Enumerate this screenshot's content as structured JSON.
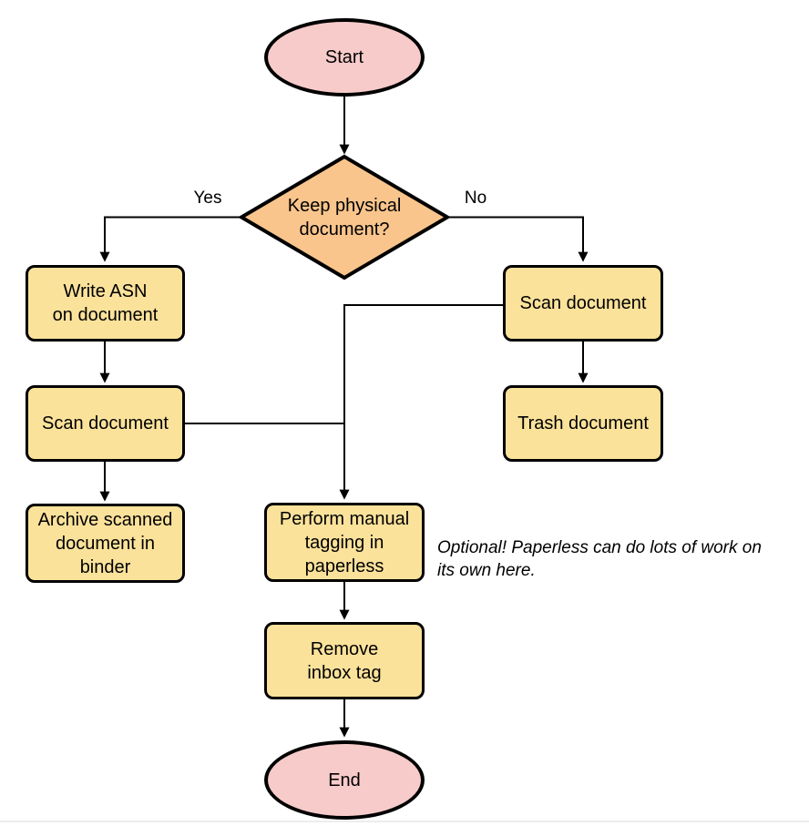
{
  "diagram": {
    "type": "flowchart",
    "colors": {
      "terminal_fill": "#F7CBCA",
      "decision_fill": "#F9C58C",
      "process_fill": "#FBE29B",
      "stroke": "#000000",
      "text": "#000000"
    },
    "nodes": {
      "start": {
        "type": "terminal",
        "label": "Start"
      },
      "decision": {
        "type": "decision",
        "label": "Keep physical\ndocument?"
      },
      "write_asn": {
        "type": "process",
        "label": "Write ASN\non document"
      },
      "scan_left": {
        "type": "process",
        "label": "Scan document"
      },
      "archive": {
        "type": "process",
        "label": "Archive scanned\ndocument in\nbinder"
      },
      "scan_right": {
        "type": "process",
        "label": "Scan document"
      },
      "trash": {
        "type": "process",
        "label": "Trash document"
      },
      "tagging": {
        "type": "process",
        "label": "Perform manual\ntagging in\npaperless"
      },
      "remove_inbox": {
        "type": "process",
        "label": "Remove\ninbox tag"
      },
      "end": {
        "type": "terminal",
        "label": "End"
      }
    },
    "edges": [
      {
        "from": "start",
        "to": "decision",
        "label": ""
      },
      {
        "from": "decision",
        "to": "write_asn",
        "label": "Yes"
      },
      {
        "from": "decision",
        "to": "scan_right",
        "label": "No"
      },
      {
        "from": "write_asn",
        "to": "scan_left",
        "label": ""
      },
      {
        "from": "scan_left",
        "to": "archive",
        "label": ""
      },
      {
        "from": "scan_left",
        "to": "tagging",
        "label": ""
      },
      {
        "from": "scan_right",
        "to": "trash",
        "label": ""
      },
      {
        "from": "scan_right",
        "to": "tagging",
        "label": ""
      },
      {
        "from": "tagging",
        "to": "remove_inbox",
        "label": ""
      },
      {
        "from": "remove_inbox",
        "to": "end",
        "label": ""
      }
    ],
    "note": "Optional! Paperless can do lots of work on\nits own here."
  }
}
